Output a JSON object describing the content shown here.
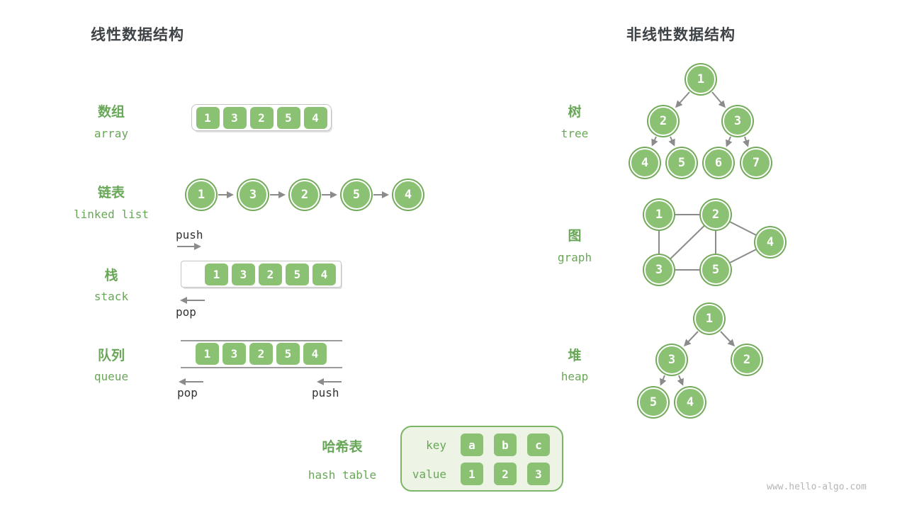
{
  "sections": {
    "linear": {
      "title": "线性数据结构"
    },
    "nonlinear": {
      "title": "非线性数据结构"
    }
  },
  "linear": {
    "array": {
      "zh": "数组",
      "en": "array",
      "values": [
        "1",
        "3",
        "2",
        "5",
        "4"
      ]
    },
    "linked_list": {
      "zh": "链表",
      "en": "linked list",
      "values": [
        "1",
        "3",
        "2",
        "5",
        "4"
      ]
    },
    "stack": {
      "zh": "栈",
      "en": "stack",
      "values": [
        "1",
        "3",
        "2",
        "5",
        "4"
      ],
      "push_label": "push",
      "pop_label": "pop"
    },
    "queue": {
      "zh": "队列",
      "en": "queue",
      "values": [
        "1",
        "3",
        "2",
        "5",
        "4"
      ],
      "pop_label": "pop",
      "push_label": "push"
    },
    "hash_table": {
      "zh": "哈希表",
      "en": "hash table",
      "key_label": "key",
      "value_label": "value",
      "keys": [
        "a",
        "b",
        "c"
      ],
      "values": [
        "1",
        "2",
        "3"
      ]
    }
  },
  "nonlinear": {
    "tree": {
      "zh": "树",
      "en": "tree",
      "nodes": [
        "1",
        "2",
        "3",
        "4",
        "5",
        "6",
        "7"
      ]
    },
    "graph": {
      "zh": "图",
      "en": "graph",
      "nodes": [
        "1",
        "2",
        "3",
        "4",
        "5"
      ]
    },
    "heap": {
      "zh": "堆",
      "en": "heap",
      "nodes": [
        "1",
        "3",
        "2",
        "5",
        "4"
      ]
    }
  },
  "watermark": {
    "text": "www.hello-algo.com"
  },
  "colors": {
    "node_fill": "#8bc172",
    "node_ring": "#74aa5c",
    "label_green": "#69a758",
    "title_text": "#3e4347",
    "arrow_gray": "#8b8b8b",
    "hash_bg": "#edf4e6",
    "hash_border": "#7db568"
  }
}
